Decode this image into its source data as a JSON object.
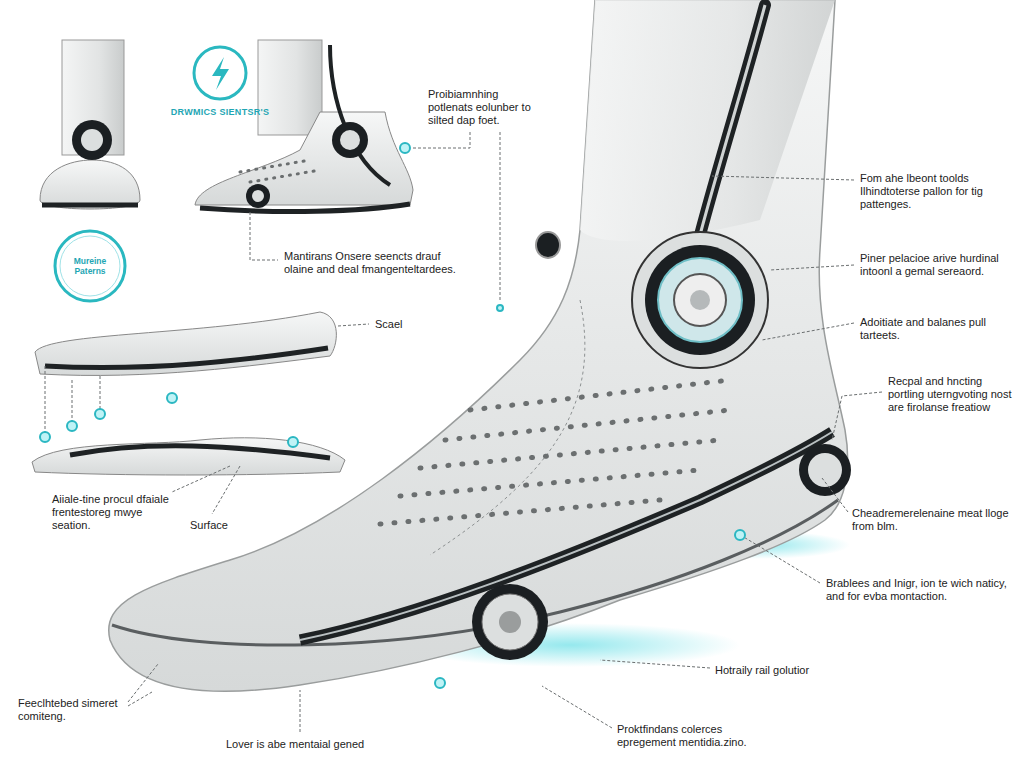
{
  "diagram": {
    "nodes": [
      {
        "text": [
          "DRWMICS SIENTSR'S"
        ]
      },
      {
        "text": [
          "Mureine Paterns"
        ]
      }
    ],
    "labels": [
      "Proibiamnhing potlenats eolunber to silted dap foet.",
      "Mantirans Onsere seencts drauf olaine and deal fmangenteltardees.",
      "Scael",
      "Aiiale-tine procul dfaiale frentestoreg mwye seation.",
      "Surface",
      "Fom ahe lbeont toolds Ilhindtoterse pallon for tig pattenges.",
      "Piner pelacioe arive hurdinal intoonl a gemal sereaord.",
      "Adoitiate and balanes pull tarteets.",
      "Recpal and hncting portling uterngvoting nost are firolanse freatiow",
      "Cheadremerelenaine meat lloge from blm.",
      "Brablees and Inigr, ion te wich naticy, and for evba montaction.",
      "Hotraily rail golutior",
      "Proktfindans colerces epregement mentidia.zino.",
      "Lover is abe mentaial gened",
      "Feeclhtebed simeret comiteng."
    ]
  }
}
